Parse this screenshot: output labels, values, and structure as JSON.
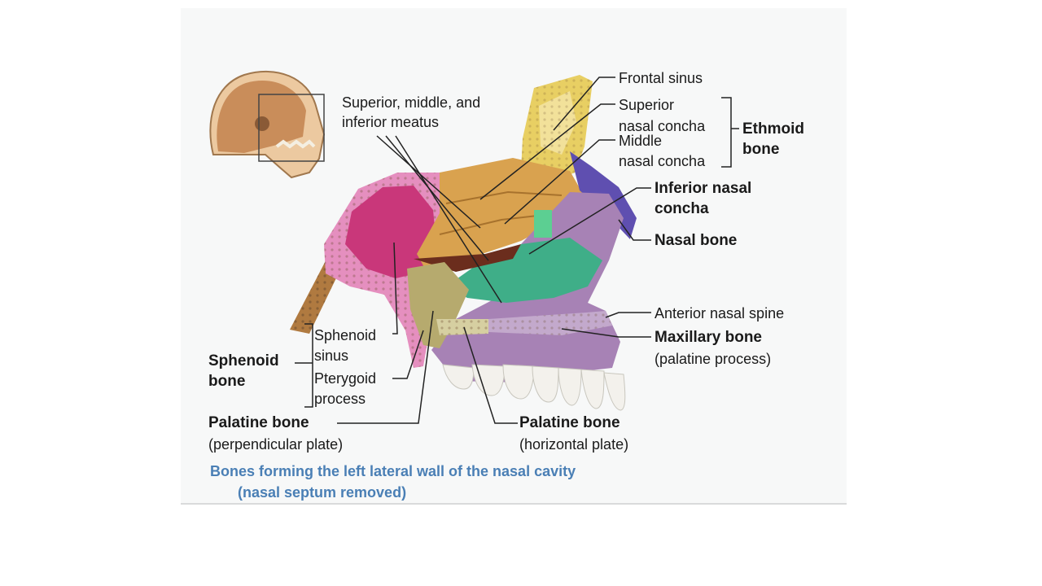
{
  "figure": {
    "caption_line1": "Bones forming the left lateral wall of the nasal cavity",
    "caption_line2": "(nasal septum removed)",
    "colors": {
      "frontal": "#e8cf63",
      "ethmoid": "#d9a24f",
      "sphenoid_sinus": "#c9377a",
      "sphenoid_bone": "#e58fbf",
      "inferior_concha": "#3fae88",
      "maxilla": "#a782b5",
      "nasal_bone": "#5f4fb0",
      "palatine": "#b6aa6e",
      "occipital": "#b07a40",
      "caption": "#4a7fb5"
    }
  },
  "labels": {
    "frontal_sinus": "Frontal sinus",
    "meatus_1": "Superior, middle, and",
    "meatus_2": "inferior meatus",
    "sup_concha_1": "Superior",
    "sup_concha_2": "nasal concha",
    "mid_concha_1": "Middle",
    "mid_concha_2": "nasal concha",
    "ethmoid_1": "Ethmoid",
    "ethmoid_2": "bone",
    "inf_concha_1": "Inferior nasal",
    "inf_concha_2": "concha",
    "nasal_bone": "Nasal bone",
    "ant_nasal_spine": "Anterior nasal spine",
    "maxillary_1": "Maxillary bone",
    "maxillary_2": "(palatine process)",
    "sphenoid_sinus_1": "Sphenoid",
    "sphenoid_sinus_2": "sinus",
    "pterygoid_1": "Pterygoid",
    "pterygoid_2": "process",
    "sphenoid_bone_1": "Sphenoid",
    "sphenoid_bone_2": "bone",
    "palatine_perp_1": "Palatine bone",
    "palatine_perp_2": "(perpendicular plate)",
    "palatine_horiz_1": "Palatine bone",
    "palatine_horiz_2": "(horizontal plate)"
  }
}
